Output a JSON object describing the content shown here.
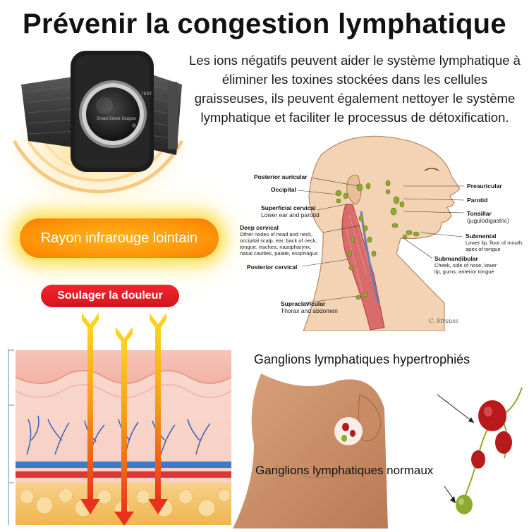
{
  "title": "Prévenir la congestion lymphatique",
  "intro": "Les ions négatifs peuvent aider le système lymphatique à éliminer les toxines stockées dans les cellules graisseuses, ils peuvent également nettoyer le système lymphatique et faciliter le processus de détoxification.",
  "device": {
    "brand_text": "Smart Snore Stopper",
    "side_text": "TEST"
  },
  "infrared_label": "Rayon infrarouge lointain",
  "relief_label": "Soulager la douleur",
  "anatomy": {
    "left_labels": [
      {
        "title": "Posterior auricular",
        "desc": ""
      },
      {
        "title": "Occipital",
        "desc": ""
      },
      {
        "title": "Superficial cervical",
        "desc": "Lower ear and parotid"
      },
      {
        "title": "Deep cervical",
        "desc": "Other nodes of head and neck, occipital scalp, ear, back of neck, tongue, trachea, nasopharynx, nasal cavities, palate, esophagus"
      },
      {
        "title": "Posterior cervical",
        "desc": ""
      },
      {
        "title": "Supraclavicular",
        "desc": "Thorax and abdomen"
      }
    ],
    "right_labels": [
      {
        "title": "Preauricular",
        "desc": ""
      },
      {
        "title": "Parotid",
        "desc": ""
      },
      {
        "title": "Tonsillar",
        "desc": "(jugulodigastric)"
      },
      {
        "title": "Submental",
        "desc": "Lower lip, floor of mouth, apex of tongue"
      },
      {
        "title": "Submandibular",
        "desc": "Cheek, side of nose, lower lip, gums, anterior tongue"
      }
    ],
    "signature": "C. Strauss"
  },
  "enlarged_label": "Ganglions lymphatiques hypertrophiés",
  "normal_label": "Ganglions lymphatiques normaux",
  "colors": {
    "pill_orange": "#ff9a0a",
    "badge_red": "#e01b22",
    "arrow_yellow": "#ffd21f",
    "arrow_red": "#e8301a",
    "node_green": "#8faa2e",
    "node_red": "#b8191b"
  }
}
